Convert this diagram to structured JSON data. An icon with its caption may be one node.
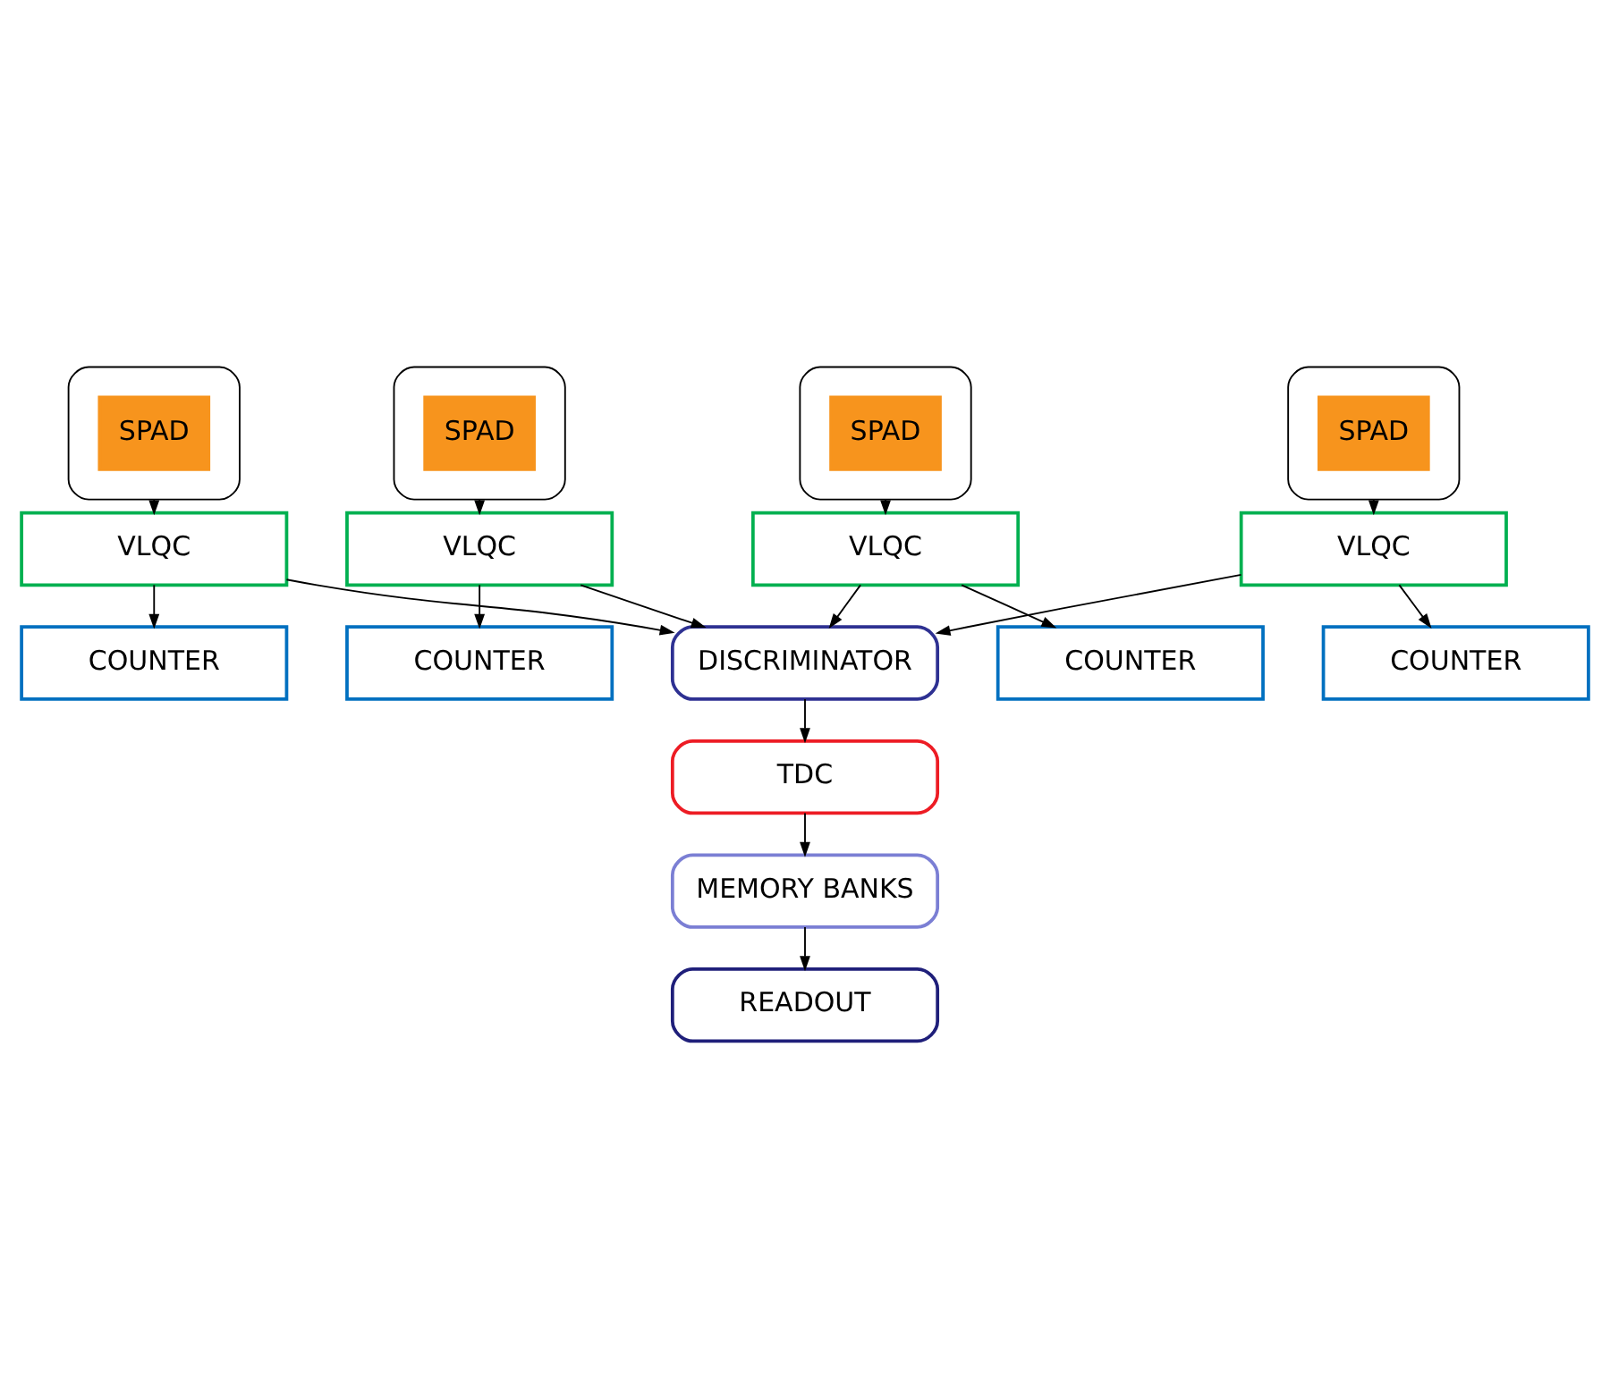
{
  "diagram": {
    "nodes": [
      {
        "text": [],
        "shape": "box"
      },
      {
        "text": [
          "SPAD"
        ],
        "in": 0
      },
      {
        "text": [],
        "shape": "box"
      },
      {
        "text": [
          "SPAD"
        ],
        "in": 2
      },
      {
        "text": [
          "VLQC"
        ]
      },
      {
        "text": [
          "DISCRIMINATOR"
        ]
      },
      {
        "text": [
          "VLQC"
        ]
      },
      {
        "text": [
          "COUNTER"
        ]
      },
      {
        "text": [
          "COUNTER"
        ]
      },
      {
        "text": [
          "TDC"
        ]
      },
      {
        "text": [],
        "shape": "box"
      },
      {
        "text": [
          "SPAD"
        ],
        "in": 10
      },
      {
        "text": [],
        "shape": "box"
      },
      {
        "text": [
          "SPAD"
        ],
        "in": 12
      },
      {
        "text": [
          "MEMORY BANKS"
        ]
      },
      {
        "text": [
          "VLQC"
        ]
      },
      {
        "text": [
          "VLQC"
        ]
      },
      {
        "text": [
          "READOUT"
        ]
      },
      {
        "text": [
          "COUNTER"
        ]
      },
      {
        "text": [
          "COUNTER"
        ]
      }
    ],
    "edges": [
      {
        "from": 0,
        "to": 4,
        "arrow": "to"
      },
      {
        "from": 2,
        "to": 6,
        "arrow": "to"
      },
      {
        "from": 4,
        "to": 7,
        "arrow": "to"
      },
      {
        "from": 6,
        "to": 8,
        "arrow": "to"
      },
      {
        "from": 4,
        "to": 5,
        "arrow": "to"
      },
      {
        "from": 6,
        "to": 5,
        "arrow": "to"
      },
      {
        "from": 15,
        "to": 5,
        "arrow": "to"
      },
      {
        "from": 16,
        "to": 5,
        "arrow": "to"
      },
      {
        "from": 5,
        "to": 9,
        "arrow": "to"
      },
      {
        "from": 9,
        "to": 14,
        "arrow": "to"
      },
      {
        "from": 14,
        "to": 17,
        "arrow": "to"
      },
      {
        "from": 10,
        "to": 15,
        "arrow": "to"
      },
      {
        "from": 12,
        "to": 16,
        "arrow": "to"
      },
      {
        "from": 15,
        "to": 18,
        "arrow": "to"
      },
      {
        "from": 16,
        "to": 19,
        "arrow": "to"
      }
    ]
  }
}
